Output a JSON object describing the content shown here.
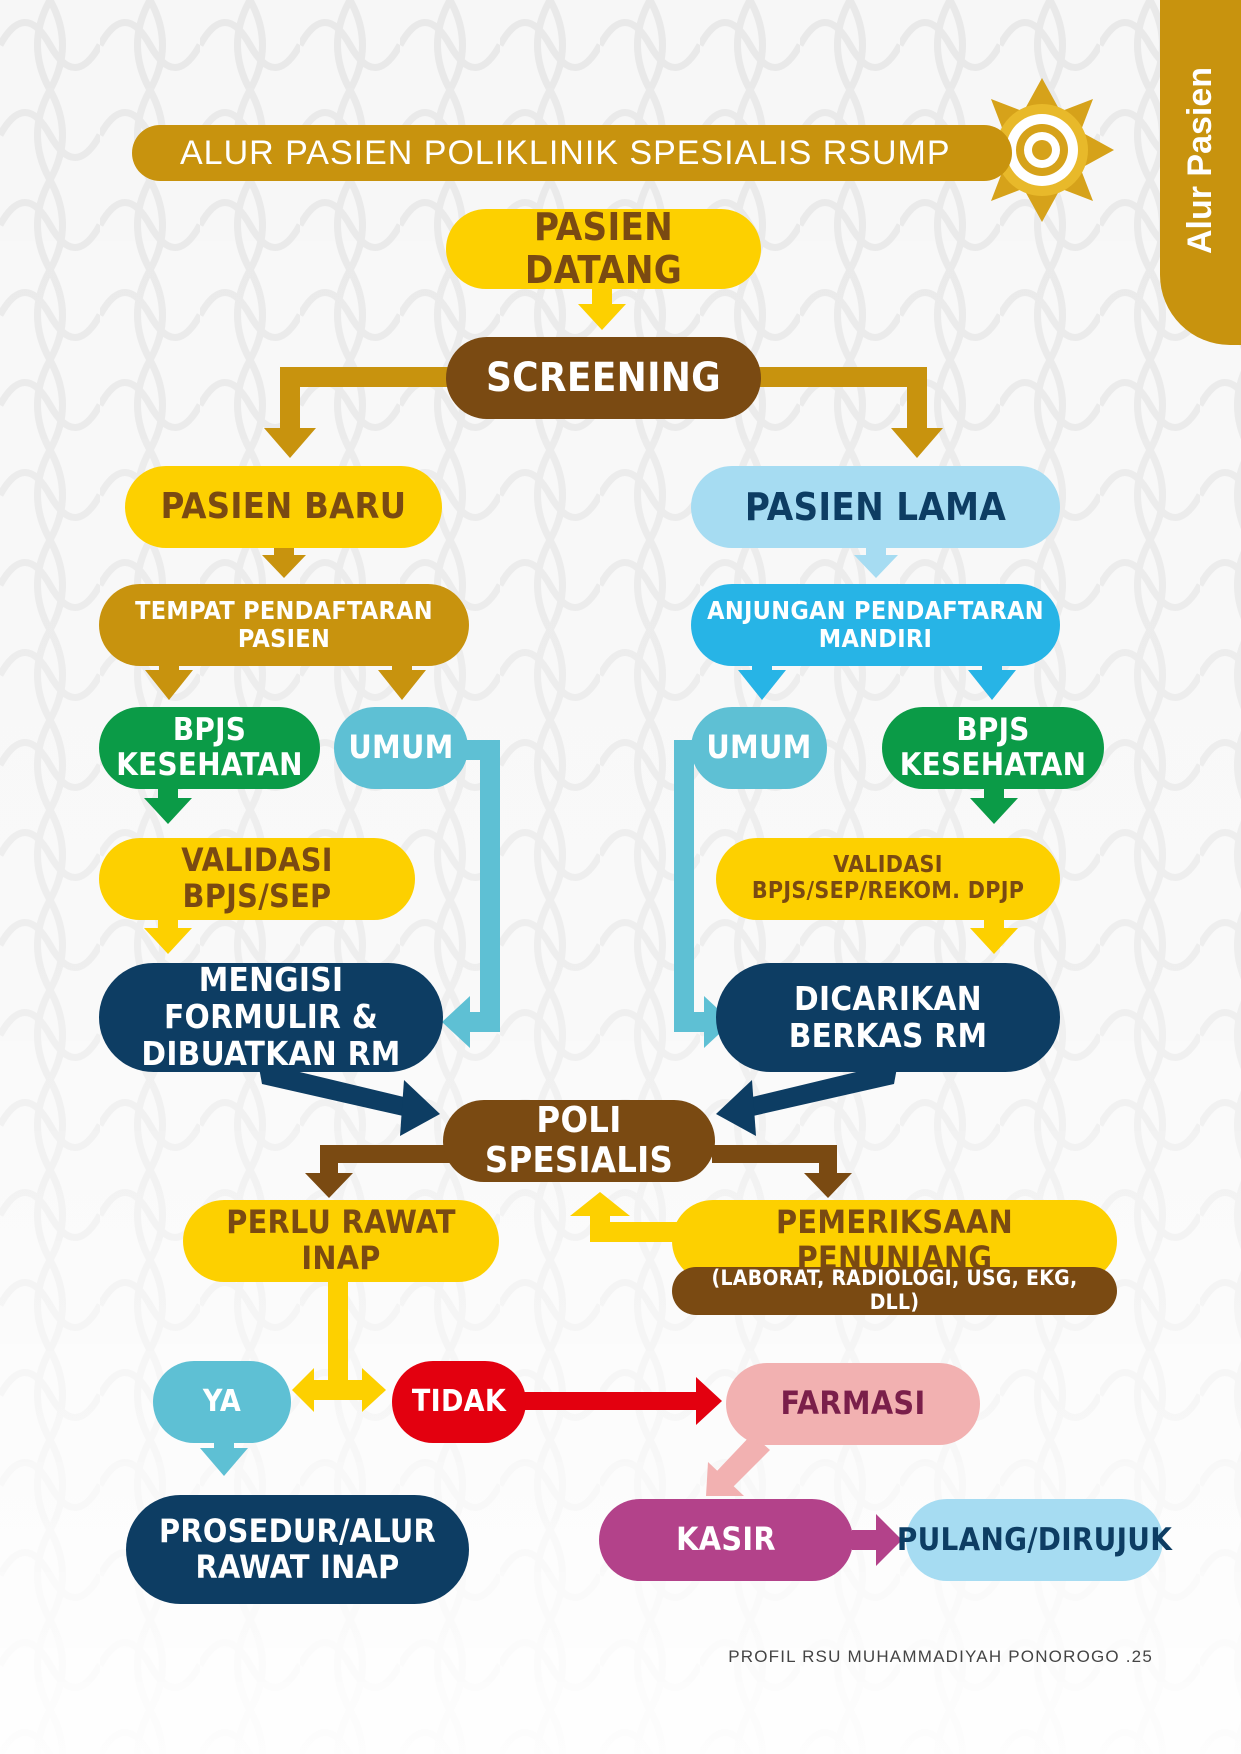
{
  "header": {
    "title": "ALUR PASIEN POLIKLINIK SPESIALIS RSUMP",
    "side_tab": "Alur Pasien"
  },
  "nodes": {
    "pasien_datang": "PASIEN DATANG",
    "screening": "SCREENING",
    "pasien_baru": "PASIEN BARU",
    "pasien_lama": "PASIEN LAMA",
    "tempat_pendaftaran": "TEMPAT PENDAFTARAN PASIEN",
    "anjungan_pendaftaran": "ANJUNGAN PENDAFTARAN MANDIRI",
    "bpjs_kesehatan_left": "BPJS KESEHATAN",
    "umum_left": "UMUM",
    "umum_right": "UMUM",
    "bpjs_kesehatan_right": "BPJS KESEHATAN",
    "validasi_left": "VALIDASI BPJS/SEP",
    "validasi_right": "VALIDASI BPJS/SEP/REKOM. DPJP",
    "mengisi_formulir": "MENGISI FORMULIR &\nDIBUATKAN RM",
    "dicarikan_berkas": "DICARIKAN\nBERKAS RM",
    "poli_spesialis": "POLI SPESIALIS",
    "perlu_rawat_inap": "PERLU RAWAT INAP",
    "pemeriksaan_penunjang": "PEMERIKSAAN PENUNJANG",
    "penunjang_detail": "(LABORAT, RADIOLOGI, USG, EKG, DLL)",
    "ya": "YA",
    "tidak": "TIDAK",
    "farmasi": "FARMASI",
    "prosedur_rawat_inap": "PROSEDUR/ALUR\nRAWAT INAP",
    "kasir": "KASIR",
    "pulang_dirujuk": "PULANG/DIRUJUK"
  },
  "colors": {
    "gold": "#c8930e",
    "yellow": "#fdd000",
    "brown": "#7a4a12",
    "light_blue": "#a6dcf2",
    "cyan_blue": "#27b4e6",
    "teal": "#5ec0d4",
    "green": "#0b9b47",
    "navy": "#0d3d63",
    "red": "#e3000f",
    "pink": "#f2b1b1",
    "magenta": "#b3428a"
  },
  "icons": {
    "logo": "rsump-emblem"
  },
  "footer": {
    "text": "PROFIL RSU MUHAMMADIYAH PONOROGO .25"
  }
}
